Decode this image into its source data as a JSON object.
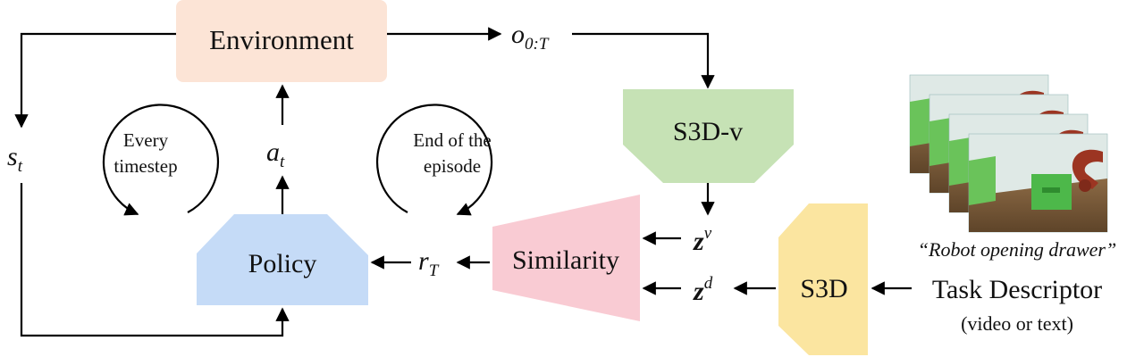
{
  "nodes": {
    "environment": {
      "label": "Environment",
      "color": "#fce4d6"
    },
    "policy": {
      "label": "Policy",
      "color": "#c5dbf7"
    },
    "s3d_v": {
      "label": "S3D-v",
      "color": "#c6e2b5"
    },
    "similarity": {
      "label": "Similarity",
      "color": "#f9cbd3"
    },
    "s3d": {
      "label": "S3D",
      "color": "#fbe5a0"
    }
  },
  "symbols": {
    "observations": {
      "base": "o",
      "sub": "0:T"
    },
    "state": {
      "base": "s",
      "sub": "t"
    },
    "action": {
      "base": "a",
      "sub": "t"
    },
    "reward": {
      "base": "r",
      "sub": "T"
    },
    "video_embedding": {
      "base": "z",
      "sup": "v"
    },
    "descriptor_embedding": {
      "base": "z",
      "sup": "d"
    }
  },
  "loops": {
    "every_timestep": {
      "line1": "Every",
      "line2": "timestep"
    },
    "end_of_episode": {
      "line1": "End of the",
      "line2": "episode"
    }
  },
  "task": {
    "caption": "“Robot opening drawer”",
    "descriptor_title": "Task Descriptor",
    "descriptor_sub": "(video or text)",
    "frame_count": 4
  }
}
